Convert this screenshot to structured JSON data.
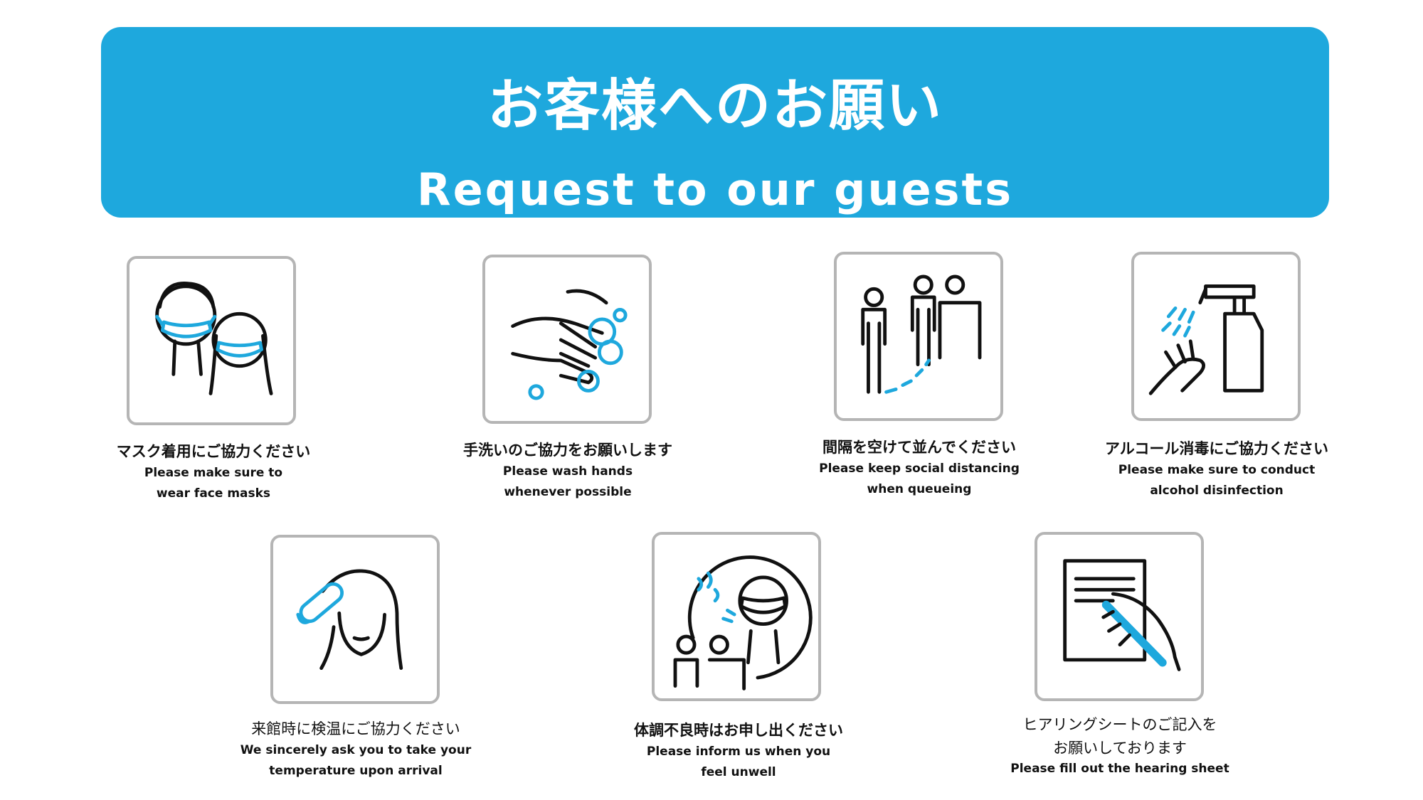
{
  "header": {
    "title_jp": "お客様へのお願い",
    "title_en": "Request to our guests"
  },
  "items": [
    {
      "jp": "マスク着用にご協力ください",
      "en1": "Please make sure to",
      "en2": "wear face masks",
      "icon": "face-mask-icon"
    },
    {
      "jp": "手洗いのご協力をお願いします",
      "en1": "Please wash hands",
      "en2": "whenever possible",
      "icon": "hand-washing-icon"
    },
    {
      "jp": "間隔を空けて並んでください",
      "en1": "Please keep social distancing",
      "en2": "when queueing",
      "icon": "social-distancing-icon"
    },
    {
      "jp": "アルコール消毒にご協力ください",
      "en1": "Please make sure to conduct",
      "en2": "alcohol disinfection",
      "icon": "sanitizer-icon"
    },
    {
      "jp": "来館時に検温にご協力ください",
      "en1": "We sincerely ask you to take your",
      "en2": "temperature upon arrival",
      "icon": "thermometer-icon"
    },
    {
      "jp": "体調不良時はお申し出ください",
      "en1": "Please inform us when you",
      "en2": "feel unwell",
      "icon": "unwell-report-icon"
    },
    {
      "jp1": "ヒアリングシートのご記入を",
      "jp2": "お願いしております",
      "en1": "Please fill out the hearing sheet",
      "icon": "form-writing-icon"
    }
  ],
  "colors": {
    "accent": "#1ea8dd",
    "box_border": "#b5b5b5",
    "text": "#111111"
  }
}
